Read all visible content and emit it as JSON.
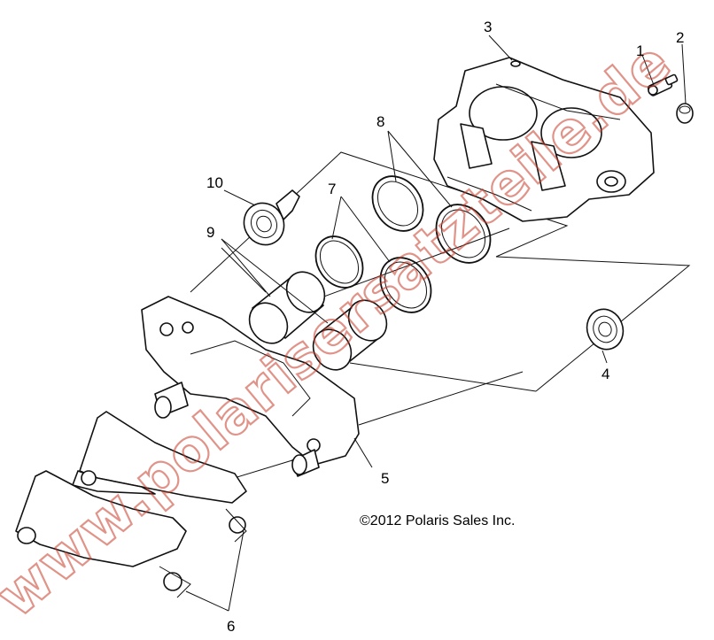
{
  "callouts": [
    {
      "id": "1",
      "label": "1"
    },
    {
      "id": "2",
      "label": "2"
    },
    {
      "id": "3",
      "label": "3"
    },
    {
      "id": "4",
      "label": "4"
    },
    {
      "id": "5",
      "label": "5"
    },
    {
      "id": "6",
      "label": "6"
    },
    {
      "id": "7",
      "label": "7"
    },
    {
      "id": "8",
      "label": "8"
    },
    {
      "id": "9",
      "label": "9"
    },
    {
      "id": "10",
      "label": "10"
    }
  ],
  "copyright": "©2012 Polaris Sales Inc.",
  "watermark": "www.polarisersatzteile.de",
  "colors": {
    "line": "#111111",
    "watermark": "#c83c28",
    "background": "#ffffff"
  }
}
